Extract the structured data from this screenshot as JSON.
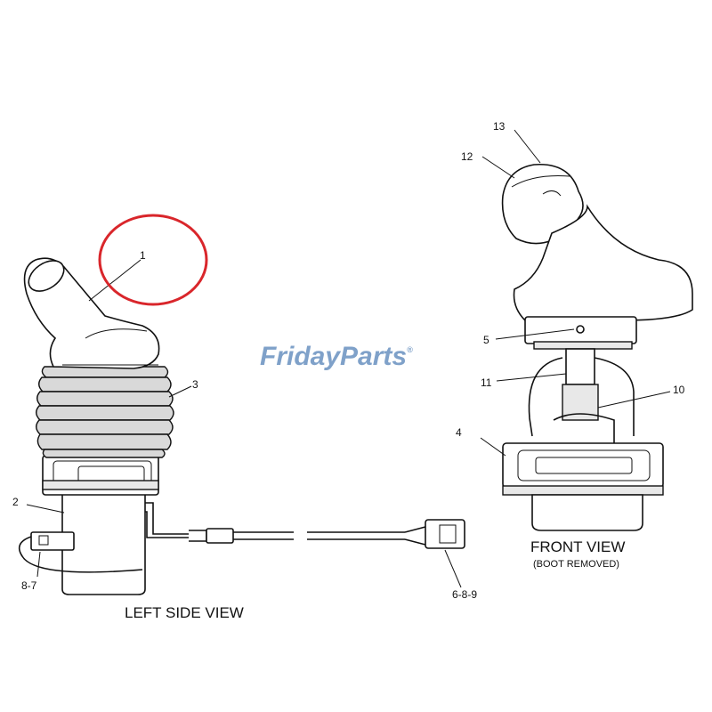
{
  "watermark": {
    "part1": "Friday",
    "part2": "Parts",
    "color1": "#7fa1c9",
    "color2": "#e7a53c",
    "trademark": "®"
  },
  "views": {
    "left_caption": "LEFT SIDE VIEW",
    "front_caption": "FRONT VIEW",
    "front_subcaption": "(BOOT REMOVED)"
  },
  "callouts": {
    "c1": "1",
    "c2": "2",
    "c3": "3",
    "c4": "4",
    "c5": "5",
    "c10": "10",
    "c11": "11",
    "c12": "12",
    "c13": "13",
    "c87": "8-7",
    "c689": "6-8-9"
  },
  "highlight_color": "#d9262b"
}
